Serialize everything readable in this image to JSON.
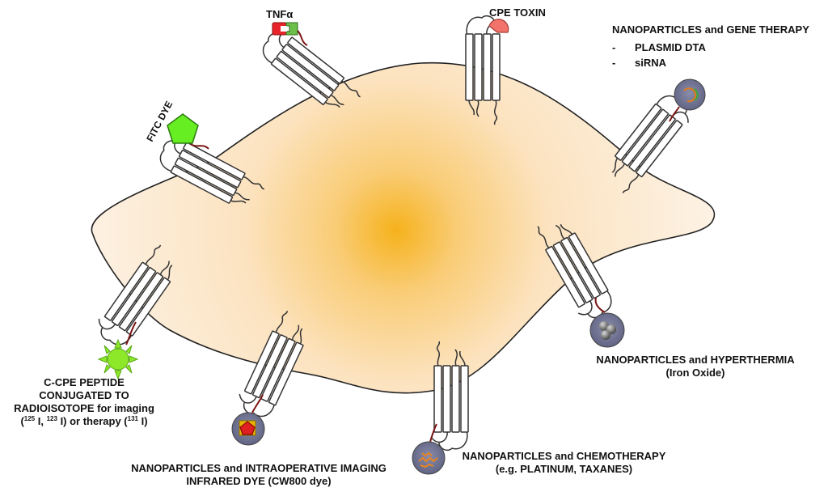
{
  "labels": {
    "tnf": "TNFα",
    "cpe_toxin": "CPE TOXIN",
    "gene_therapy": {
      "title": "NANOPARTICLES and GENE THERAPY",
      "items": [
        "PLASMID DTA",
        "siRNA"
      ],
      "bullet": "-"
    },
    "fitc": "FITC DYE",
    "hyperthermia": {
      "line1": "NANOPARTICLES and HYPERTHERMIA",
      "line2": "(Iron Oxide)"
    },
    "chemotherapy": {
      "line1": "NANOPARTICLES and CHEMOTHERAPY",
      "line2": "(e.g. PLATINUM, TAXANES)"
    },
    "intraoperative": {
      "line1": "NANOPARTICLES and INTRAOPERATIVE IMAGING",
      "line2": "INFRARED DYE (CW800 dye)"
    },
    "radio": {
      "line1": "C-CPE PEPTIDE",
      "line2": "CONJUGATED TO",
      "line3": "RADIOISOTOPE for imaging",
      "line4_a": "(",
      "sup_125": "125",
      "line4_b": " I, ",
      "sup_123": "123",
      "line4_c": " I) or therapy (",
      "sup_131": "131",
      "line4_d": " I)"
    }
  },
  "colors": {
    "cell_center": "#f6b21c",
    "cell_edge": "#fdf3e6",
    "fitc_green": "#66ee22",
    "sun_green": "#8ee82a",
    "cpe_red": "#f2736a",
    "tnf_red": "#e8242a",
    "tnf_green": "#6cc04a",
    "nanoparticle": "#6c6f8e",
    "linker": "#7a1414"
  }
}
